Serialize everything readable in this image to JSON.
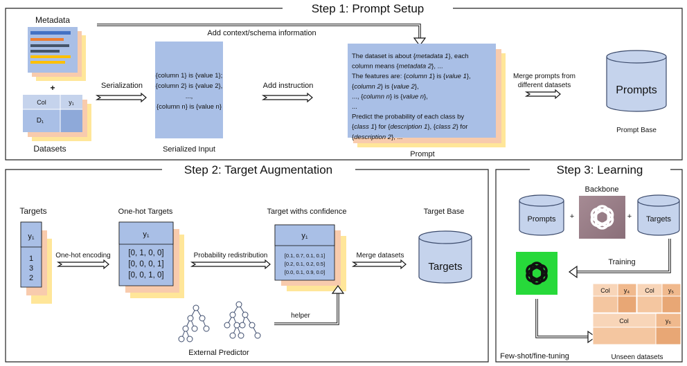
{
  "step1": {
    "title": "Step 1: Prompt Setup",
    "metadata_label": "Metadata",
    "context_arrow_label": "Add context/schema information",
    "plus": "+",
    "table_col": "Col",
    "table_y": "y₁",
    "table_d": "D₁",
    "datasets_label": "Datasets",
    "serialization_label": "Serialization",
    "serialized_lines": [
      "{column 1} is {value 1};",
      "{column 2} is {value 2},",
      "...,",
      "{column n} is {value n}"
    ],
    "serialized_caption": "Serialized Input",
    "instruction_label": "Add instruction",
    "prompt_lines": [
      [
        {
          "t": "The dataset is about {"
        },
        {
          "t": "metadata 1",
          "i": true
        },
        {
          "t": "}, each"
        }
      ],
      [
        {
          "t": "column means {"
        },
        {
          "t": "metadata 2",
          "i": true
        },
        {
          "t": "}, ..."
        }
      ],
      [
        {
          "t": "The features are: {"
        },
        {
          "t": "column 1",
          "i": true
        },
        {
          "t": "} is {"
        },
        {
          "t": "value 1",
          "i": true
        },
        {
          "t": "},"
        }
      ],
      [
        {
          "t": "{"
        },
        {
          "t": "column 2",
          "i": true
        },
        {
          "t": "} is {"
        },
        {
          "t": "value 2",
          "i": true
        },
        {
          "t": "},"
        }
      ],
      [
        {
          "t": "..., {"
        },
        {
          "t": "column n",
          "i": true
        },
        {
          "t": "} is {"
        },
        {
          "t": "value n",
          "i": true
        },
        {
          "t": "},"
        }
      ],
      [
        {
          "t": "..."
        }
      ],
      [
        {
          "t": "Predict the probability of each class by"
        }
      ],
      [
        {
          "t": "{"
        },
        {
          "t": "class 1",
          "i": true
        },
        {
          "t": "} for {"
        },
        {
          "t": "description 1",
          "i": true
        },
        {
          "t": "}, {"
        },
        {
          "t": "class 2",
          "i": true
        },
        {
          "t": "} for"
        }
      ],
      [
        {
          "t": "{"
        },
        {
          "t": "description 2",
          "i": true
        },
        {
          "t": "}, ..."
        }
      ]
    ],
    "prompt_caption": "Prompt",
    "merge_prompts_line1": "Merge prompts from",
    "merge_prompts_line2": "different datasets",
    "prompts_db": "Prompts",
    "prompt_base_caption": "Prompt Base"
  },
  "step2": {
    "title": "Step 2: Target Augmentation",
    "targets_label": "Targets",
    "targets_y": "y₁",
    "targets_values": [
      "1",
      "3",
      "2"
    ],
    "onehot_encoding_label": "One-hot encoding",
    "onehot_title": "One-hot Targets",
    "onehot_y": "y₁",
    "onehot_rows": [
      "[0, 1, 0, 0]",
      "[0, 0, 0, 1]",
      "[0, 0, 1, 0]"
    ],
    "redistribution_label": "Probability redistribution",
    "confidence_title": "Target withs confidence",
    "confidence_y": "y₁",
    "confidence_rows": [
      "[0.1, 0.7, 0.1, 0.1]",
      "[0.2, 0.1, 0.2, 0.5]",
      "[0.0, 0.1, 0.9, 0.0]"
    ],
    "merge_datasets_label": "Merge datasets",
    "target_base_title": "Target Base",
    "targets_db": "Targets",
    "helper_label": "helper",
    "external_predictor_label": "External Predictor"
  },
  "step3": {
    "title": "Step 3: Learning",
    "backbone_label": "Backbone",
    "prompts_db": "Prompts",
    "plus": "+",
    "targets_db": "Targets",
    "training_label": "Training",
    "fewshot_label": "Few-shot/fine-tuning",
    "unseen_label": "Unseen datasets",
    "unseen_col": "Col",
    "unseen_y4": "y₄",
    "unseen_y5": "y₅",
    "unseen_y6": "y₆"
  },
  "colors": {
    "blue_fill": "#a9bfe6",
    "blue_dark": "#8ea9d9",
    "peach": "#f8cbad",
    "yellow": "#ffe699",
    "db_fill": "#c5d3ec",
    "db_stroke": "#3b4a6b",
    "green": "#27d93a",
    "tan": "#f4c6a0",
    "tan_dark": "#e8a775"
  }
}
